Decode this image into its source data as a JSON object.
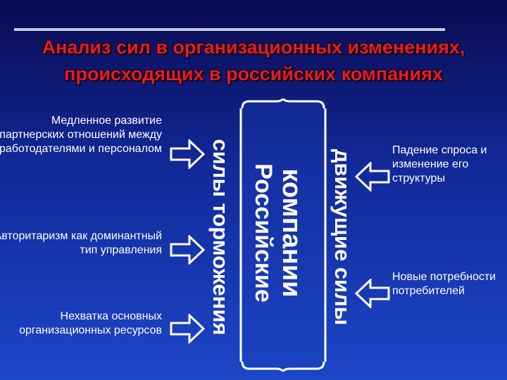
{
  "title": {
    "line1": "Анализ сил в организационных изменениях,",
    "line2": "происходящих в российских компаниях"
  },
  "left_forces": [
    "Медленное развитие партнерских отношений между работодателями и персоналом",
    "Авторитаризм как доминантный тип управления",
    "Нехватка основных организационных ресурсов"
  ],
  "right_forces": [
    "Падение спроса и изменение его структуры",
    "Новые потребности потребителей"
  ],
  "labels": {
    "restraining": "силы торможения",
    "center_line1": "Российские",
    "center_line2": "компании",
    "driving": "движущие силы"
  },
  "colors": {
    "title": "#ee1a1a",
    "text": "#ffffff",
    "background_top": "#0a0a50",
    "background_bottom": "#1d46c8"
  }
}
